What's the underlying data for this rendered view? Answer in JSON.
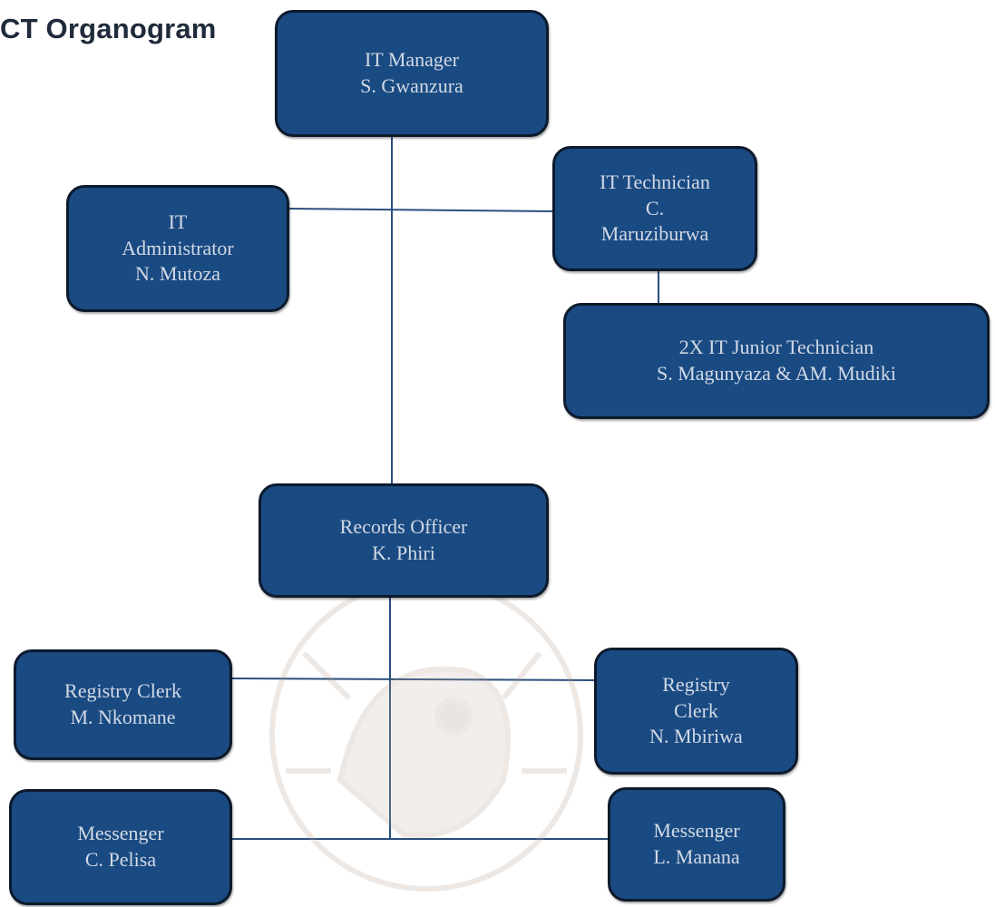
{
  "title": "CT Organogram",
  "nodes": {
    "it_manager": "IT Manager\nS. Gwanzura",
    "it_technician": "IT Technician\nC.\nMaruziburwa",
    "it_administrator": "IT\nAdministrator\nN. Mutoza",
    "junior_technicians": "2X IT Junior Technician\nS. Magunyaza & AM. Mudiki",
    "records_officer": "Records Officer\nK. Phiri",
    "registry_clerk_left": "Registry Clerk\nM. Nkomane",
    "registry_clerk_right": "Registry\nClerk\nN. Mbiriwa",
    "messenger_left": "Messenger\nC. Pelisa",
    "messenger_right": "Messenger\nL. Manana"
  },
  "colors": {
    "box_fill": "#1a4a82",
    "box_border": "#0c1a2c",
    "box_text": "#d2dae6",
    "connector": "#2a4f7c"
  }
}
